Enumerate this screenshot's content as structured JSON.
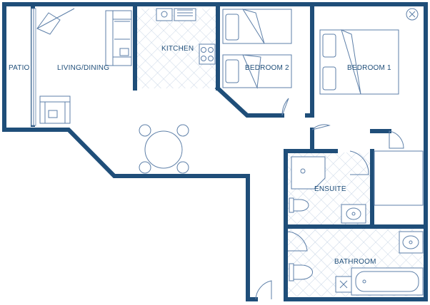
{
  "rooms": {
    "patio": "PATIO",
    "living": "LIVING/DINING",
    "kitchen": "KITCHEN",
    "bedroom2": "BEDROOM 2",
    "bedroom1": "BEDROOM 1",
    "ensuite": "ENSUITE",
    "bathroom": "BATHROOM"
  },
  "colors": {
    "wall": "#1f4e79",
    "fixture": "#5d7fa8",
    "tile": "#c9d6e6"
  }
}
